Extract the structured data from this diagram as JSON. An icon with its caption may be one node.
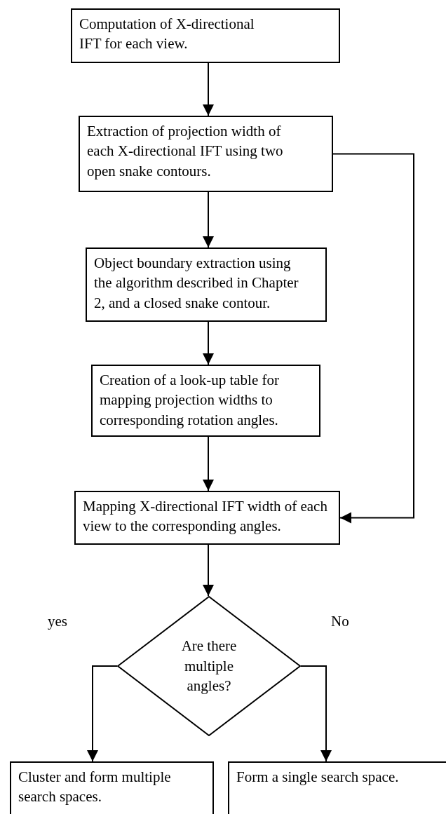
{
  "diagram": {
    "nodes": [
      {
        "text": [
          "Computation of X-directional IFT for each view."
        ]
      },
      {
        "text": [
          "Extraction of projection width of each X-directional IFT using two open snake contours."
        ]
      },
      {
        "text": [
          "Object boundary extraction using the algorithm described in Chapter 2, and a closed snake contour."
        ]
      },
      {
        "text": [
          "Creation of a look-up table for mapping projection widths to corresponding rotation angles."
        ]
      },
      {
        "text": [
          "Mapping X-directional IFT width of each view to the corresponding angles."
        ]
      },
      {
        "text": [
          "Are there multiple angles?"
        ]
      },
      {
        "text": [
          "Cluster and form multiple search spaces."
        ]
      },
      {
        "text": [
          "Form a single search space."
        ]
      }
    ],
    "edges": [
      {
        "from": 0,
        "to": 1,
        "arrow": "to"
      },
      {
        "from": 1,
        "to": 2,
        "arrow": "to"
      },
      {
        "from": 2,
        "to": 3,
        "arrow": "to"
      },
      {
        "from": 3,
        "to": 4,
        "arrow": "to"
      },
      {
        "from": 1,
        "to": 4,
        "arrow": "to"
      },
      {
        "from": 4,
        "to": 5,
        "arrow": "to"
      },
      {
        "from": 5,
        "to": 6,
        "arrow": "to",
        "label": "yes"
      },
      {
        "from": 5,
        "to": 7,
        "arrow": "to",
        "label": "No"
      }
    ]
  }
}
